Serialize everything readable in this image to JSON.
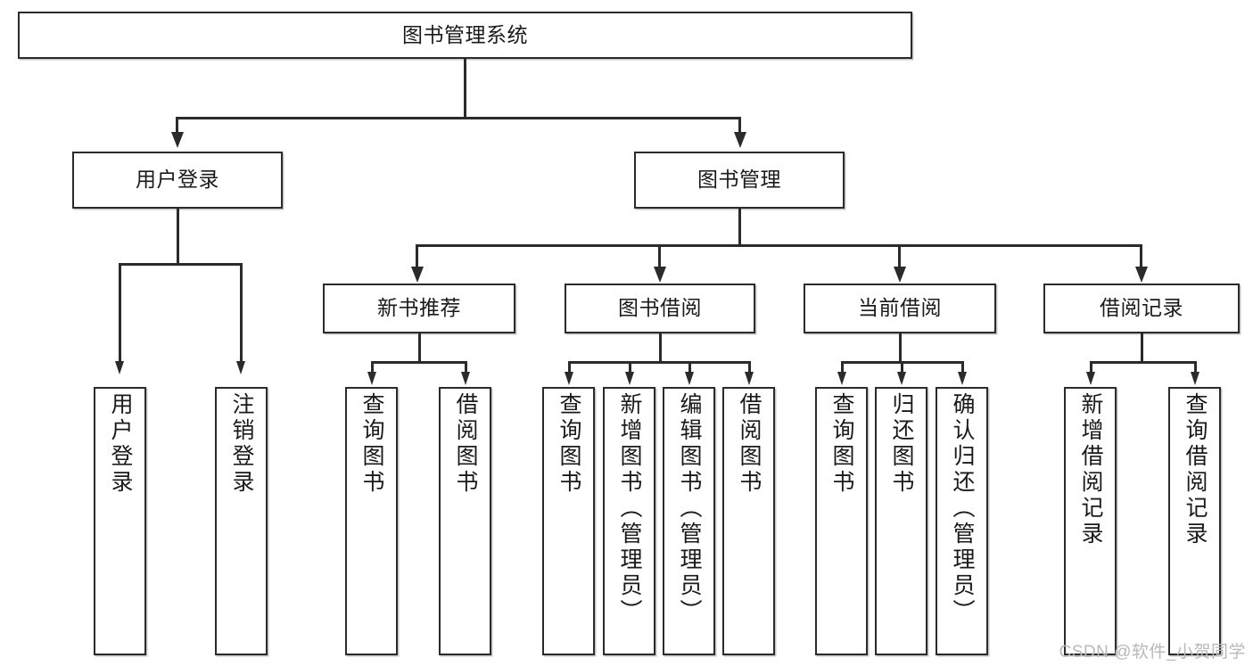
{
  "diagram": {
    "type": "tree",
    "title": "图书管理系统",
    "watermark": "CSDN @软件_小贺同学",
    "levels": {
      "root": {
        "label": "图书管理系统"
      },
      "level2": [
        {
          "id": "user-login",
          "label": "用户登录"
        },
        {
          "id": "book-manage",
          "label": "图书管理"
        }
      ],
      "level3": [
        {
          "id": "new-book-recommend",
          "label": "新书推荐"
        },
        {
          "id": "book-borrow",
          "label": "图书借阅"
        },
        {
          "id": "current-borrow",
          "label": "当前借阅"
        },
        {
          "id": "borrow-record",
          "label": "借阅记录"
        }
      ],
      "leaves": {
        "user_login": [
          {
            "id": "leaf-user-login",
            "label": "用户登录"
          },
          {
            "id": "leaf-logout-login",
            "label": "注销登录"
          }
        ],
        "new_book_recommend": [
          {
            "id": "leaf-query-book-1",
            "label": "查询图书"
          },
          {
            "id": "leaf-borrow-book-1",
            "label": "借阅图书"
          }
        ],
        "book_borrow": [
          {
            "id": "leaf-query-book-2",
            "label": "查询图书"
          },
          {
            "id": "leaf-add-book",
            "label": "新增图书（管理员）"
          },
          {
            "id": "leaf-edit-book",
            "label": "编辑图书（管理员）"
          },
          {
            "id": "leaf-borrow-book-2",
            "label": "借阅图书"
          }
        ],
        "current_borrow": [
          {
            "id": "leaf-query-book-3",
            "label": "查询图书"
          },
          {
            "id": "leaf-return-book",
            "label": "归还图书"
          },
          {
            "id": "leaf-confirm-return",
            "label": "确认归还（管理员）"
          }
        ],
        "borrow_record": [
          {
            "id": "leaf-add-record",
            "label": "新增借阅记录"
          },
          {
            "id": "leaf-query-record",
            "label": "查询借阅记录"
          }
        ]
      }
    },
    "colors": {
      "stroke": "#2b2b2b",
      "fill": "#ffffff",
      "text": "#1a1a1a",
      "watermark": "#b9b9b9"
    }
  }
}
